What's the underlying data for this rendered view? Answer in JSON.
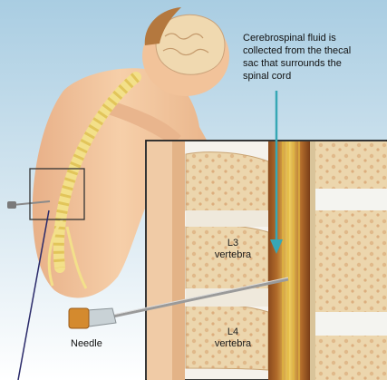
{
  "labels": {
    "callout": "Cerebrospinal fluid is\ncollected from the thecal\nsac that surrounds the\nspinal cord",
    "l3": "L3\nvertebra",
    "l4": "L4\nvertebra",
    "needle": "Needle"
  },
  "colors": {
    "background_top": "#bdd9ea",
    "skin": "#f2c39a",
    "spine": "#f3e08a",
    "bone": "#e9d3a8",
    "disc": "#f4f4f0",
    "csf": "#caa052",
    "arrow": "#36a7b5",
    "pointer": "#2a2a6a"
  }
}
